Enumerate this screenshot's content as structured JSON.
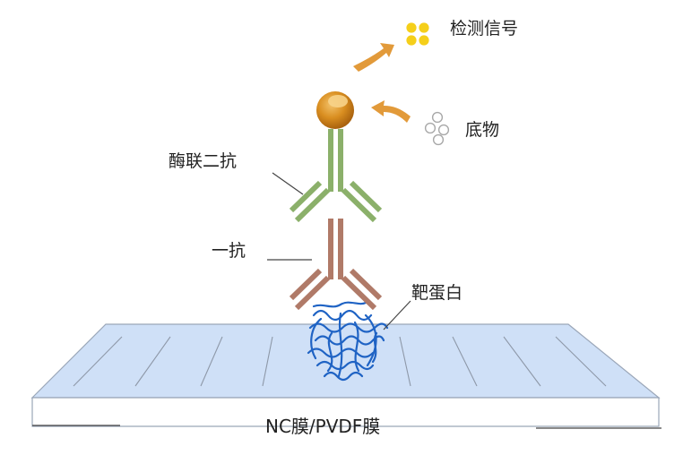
{
  "labels": {
    "signal": "检测信号",
    "substrate": "底物",
    "secondary_antibody": "酶联二抗",
    "primary_antibody": "一抗",
    "target_protein": "靶蛋白",
    "membrane": "NC膜/PVDF膜"
  },
  "colors": {
    "membrane_fill": "#cfe0f7",
    "membrane_edge": "#9aa6b8",
    "secondary_antibody": "#8bb06a",
    "primary_antibody": "#b07a68",
    "enzyme": "#c97d16",
    "signal_dots": "#f5cf1a",
    "arrow": "#e29a3a",
    "protein": "#1f63c4",
    "substrate_circles": "#a8a8a8"
  },
  "icons": [
    "enzyme-ball-icon",
    "signal-dots-icon",
    "substrate-circles-icon",
    "arrow-icon",
    "protein-structure-icon"
  ]
}
